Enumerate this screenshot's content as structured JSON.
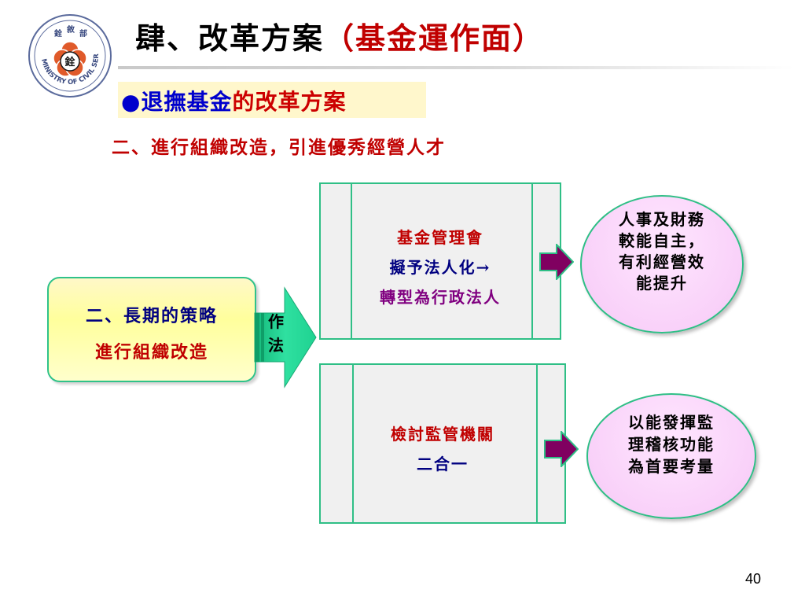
{
  "logo": {
    "icon": "ministry-of-civil-service-seal-icon",
    "seal_chars": [
      "銓",
      "敘",
      "部"
    ],
    "center_char": "銓",
    "english_text": "MINISTRY OF CIVIL SERVICE"
  },
  "title": {
    "main": "肆、改革方案",
    "paren": "（基金運作面）"
  },
  "bullet": {
    "dot": "●",
    "part1": "退撫基金",
    "part2": "的改革方案"
  },
  "subtitle": "二、進行組織改造，引進優秀經營人才",
  "left_box": {
    "line1": "二、長期的策略",
    "line2": "進行組織改造"
  },
  "method_label": {
    "char1": "作",
    "char2": "法"
  },
  "panels": [
    {
      "line1": "基金管理會",
      "line2": "擬予法人化→",
      "line3": "轉型為行政法人"
    },
    {
      "line1": "檢討監管機關",
      "line2": "二合一"
    }
  ],
  "outcomes": [
    {
      "lines": [
        "人事及財務",
        "較能自主，",
        "有利經營效",
        "能提升"
      ]
    },
    {
      "lines": [
        "以能發揮監",
        "理稽核功能",
        "為首要考量"
      ]
    }
  ],
  "page_number": "40",
  "colors": {
    "accent_red": "#c00000",
    "navy": "#000080",
    "purple": "#800080",
    "green_border": "#2fbf86",
    "arrow_green": "#1fd291",
    "arrow_purple": "#800060"
  }
}
